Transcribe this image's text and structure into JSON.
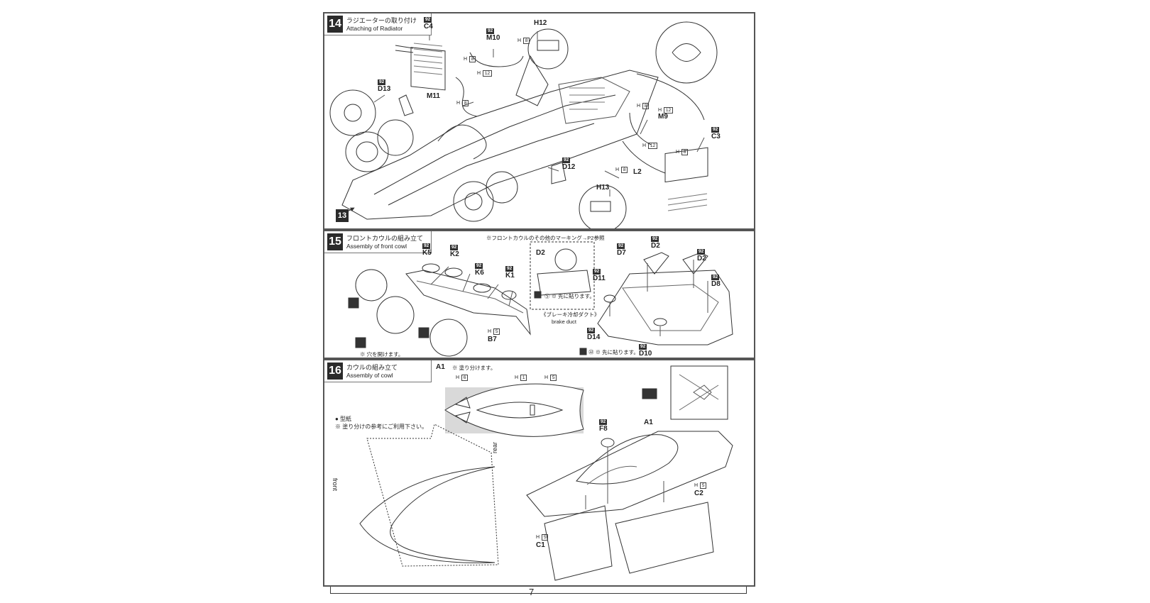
{
  "page": {
    "number": "7"
  },
  "steps": [
    {
      "number": "14",
      "title_jp": "ラジエーターの取り付け",
      "title_en": "Attaching of Radiator",
      "ref_step": "13",
      "parts": [
        {
          "badge": "92",
          "name": "C4"
        },
        {
          "badge": "92",
          "name": "M10"
        },
        {
          "badge": "",
          "name": "H12"
        },
        {
          "badge": "92",
          "name": "D13"
        },
        {
          "badge": "",
          "name": "M11"
        },
        {
          "badge": "",
          "name": "M9"
        },
        {
          "badge": "92",
          "name": "C3"
        },
        {
          "badge": "92",
          "name": "D12"
        },
        {
          "badge": "",
          "name": "L2"
        },
        {
          "badge": "",
          "name": "H13"
        }
      ],
      "h_marks": [
        "8",
        "8",
        "12",
        "8",
        "8",
        "12",
        "12",
        "8",
        "8"
      ]
    },
    {
      "number": "15",
      "title_jp": "フロントカウルの組み立て",
      "title_en": "Assembly  of front cowl",
      "note_top": "※フロントカウルのその他のマーキング→P2参照",
      "parts": [
        {
          "badge": "92",
          "name": "K5"
        },
        {
          "badge": "92",
          "name": "K2"
        },
        {
          "badge": "92",
          "name": "K6"
        },
        {
          "badge": "92",
          "name": "K1"
        },
        {
          "badge": "",
          "name": "B7"
        },
        {
          "badge": "92",
          "name": "D7"
        },
        {
          "badge": "92",
          "name": "D2"
        },
        {
          "badge": "92",
          "name": "D2"
        },
        {
          "badge": "92",
          "name": "D11"
        },
        {
          "badge": "92",
          "name": "D8"
        },
        {
          "badge": "92",
          "name": "D14"
        },
        {
          "badge": "92",
          "name": "D10"
        }
      ],
      "b7_h": "5",
      "inset_label": "D2",
      "decal_note_5": "⑤ ※ 先に貼ります。",
      "decal_note_22": "㉒ ※ 先に貼ります。",
      "brake_duct_jp": "《ブレーキ冷却ダクト》",
      "brake_duct_en": "brake duct",
      "hole_note": "※ 穴を開けます。"
    },
    {
      "number": "16",
      "title_jp": "カウルの組み立て",
      "title_en": "Assembly of cowl",
      "paint_label": "A1",
      "paint_note": "※ 塗り分けます。",
      "paint_h": [
        "6",
        "1",
        "5"
      ],
      "guide_title": "● 型紙",
      "guide_note": "※ 塗り分けの参考にご利用下さい。",
      "guide_front": "front",
      "guide_rear": "rear",
      "parts": [
        {
          "badge": "92",
          "name": "F8"
        },
        {
          "badge": "",
          "name": "A1"
        },
        {
          "badge": "",
          "name": "C2"
        },
        {
          "badge": "",
          "name": "C1"
        }
      ],
      "c2_h": "5",
      "c1_h": "5"
    }
  ]
}
